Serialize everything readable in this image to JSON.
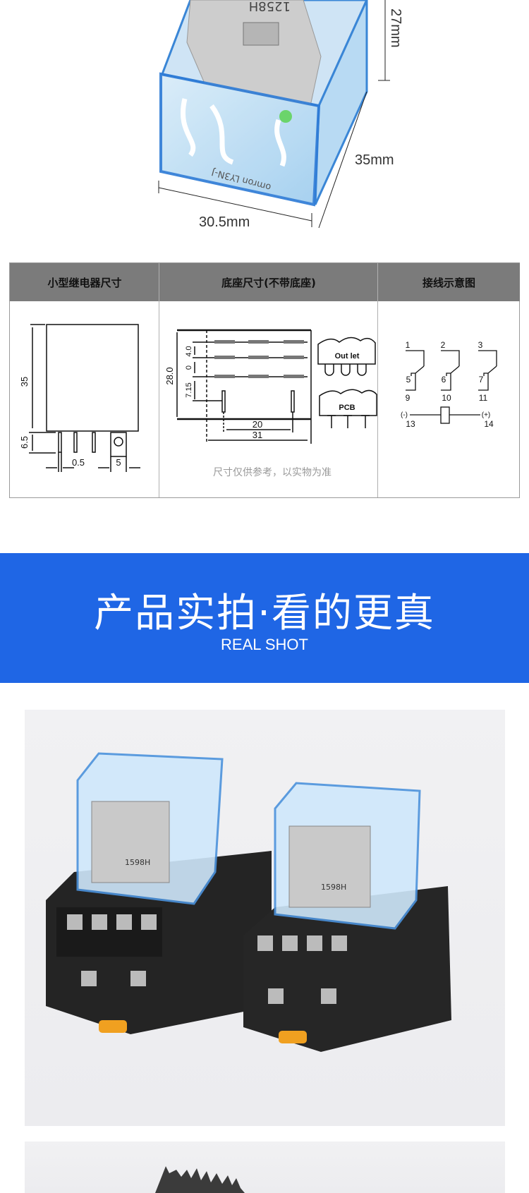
{
  "top_image": {
    "dim_height": "27mm",
    "dim_depth": "35mm",
    "dim_width": "30.5mm",
    "relay_marking": "1258H",
    "brand_marking": "omron LY3N-J"
  },
  "spec_table": {
    "headers": [
      "小型继电器尺寸",
      "底座尺寸(不带底座)",
      "接线示意图"
    ],
    "relay_dims": {
      "height": "35",
      "pin_length": "6.5",
      "pin_width": "0.5",
      "tab_width": "5"
    },
    "base_dims": {
      "height": "28.0",
      "row_gap_1": "4.0",
      "row_gap_2": "0",
      "offset": "7.15",
      "pin_spacing": "20",
      "width": "31",
      "outlet_label": "Out let",
      "pcb_label": "PCB"
    },
    "note": "尺寸仅供参考，以实物为准",
    "wiring": {
      "top_terminals": [
        "1",
        "2",
        "3"
      ],
      "mid_terminals": [
        "5",
        "6",
        "7"
      ],
      "bottom_terminals": [
        "9",
        "10",
        "11"
      ],
      "coil_neg": "(-)",
      "coil_pos": "(+)",
      "coil_terminals": [
        "13",
        "14"
      ]
    }
  },
  "banner": {
    "title": "产品实拍·看的更真",
    "subtitle": "REAL SHOT",
    "color": "#1f66e5"
  },
  "photos": {
    "relay_marking": "1598H"
  }
}
